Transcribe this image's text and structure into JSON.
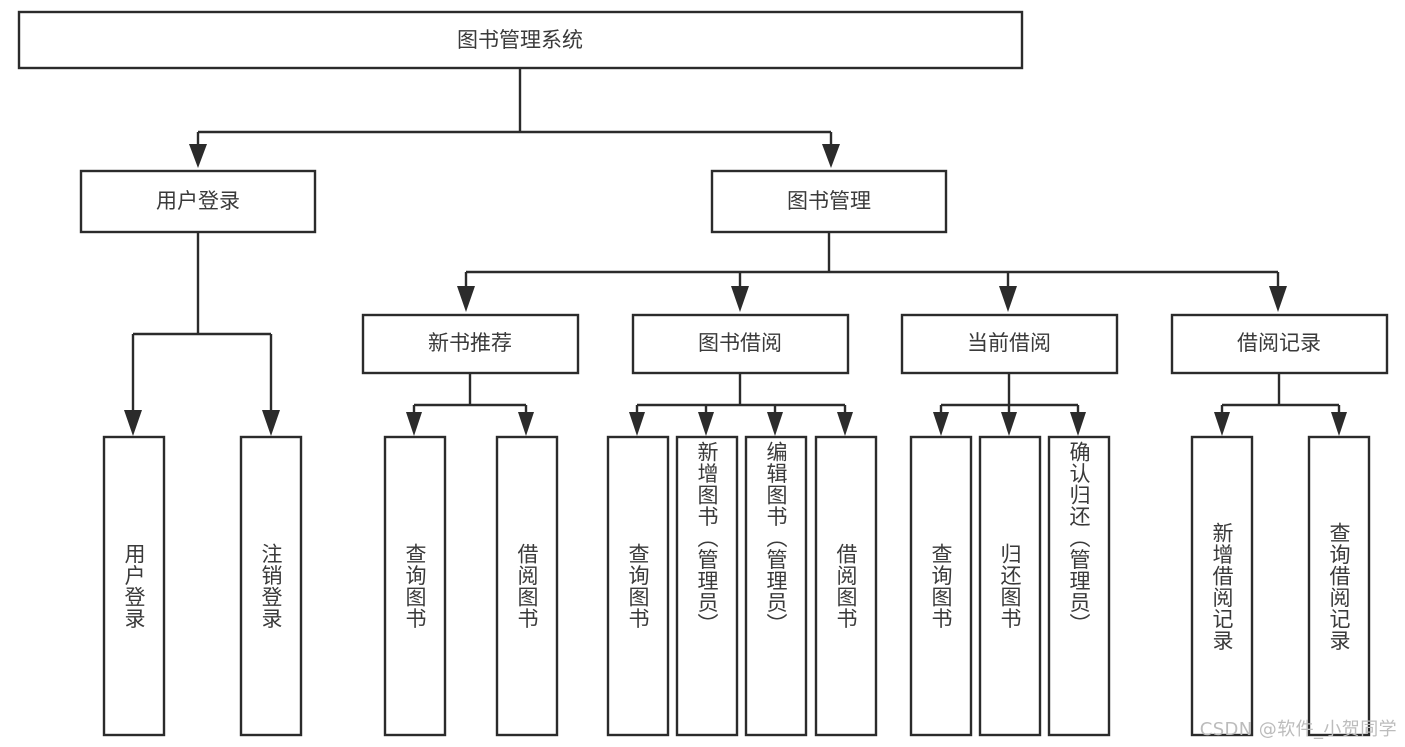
{
  "diagram": {
    "type": "tree",
    "title": "图书管理系统",
    "background_color": "#ffffff",
    "line_color": "#2b2b2b",
    "text_color": "#3a3a3a",
    "root": {
      "label": "图书管理系统"
    },
    "level2": [
      {
        "label": "用户登录"
      },
      {
        "label": "图书管理"
      }
    ],
    "level3": [
      {
        "label": "新书推荐"
      },
      {
        "label": "图书借阅"
      },
      {
        "label": "当前借阅"
      },
      {
        "label": "借阅记录"
      }
    ],
    "leaves": {
      "user_login": [
        {
          "label": "用户登录"
        },
        {
          "label": "注销登录"
        }
      ],
      "new_book_recommend": [
        {
          "label": "查询图书"
        },
        {
          "label": "借阅图书"
        }
      ],
      "book_borrow": [
        {
          "label": "查询图书"
        },
        {
          "label": "新增图书（管理员）"
        },
        {
          "label": "编辑图书（管理员）"
        },
        {
          "label": "借阅图书"
        }
      ],
      "current_borrow": [
        {
          "label": "查询图书"
        },
        {
          "label": "归还图书"
        },
        {
          "label": "确认归还（管理员）"
        }
      ],
      "borrow_record": [
        {
          "label": "新增借阅记录"
        },
        {
          "label": "查询借阅记录"
        }
      ]
    }
  },
  "watermark": {
    "text": "CSDN @软件_小贺同学"
  }
}
